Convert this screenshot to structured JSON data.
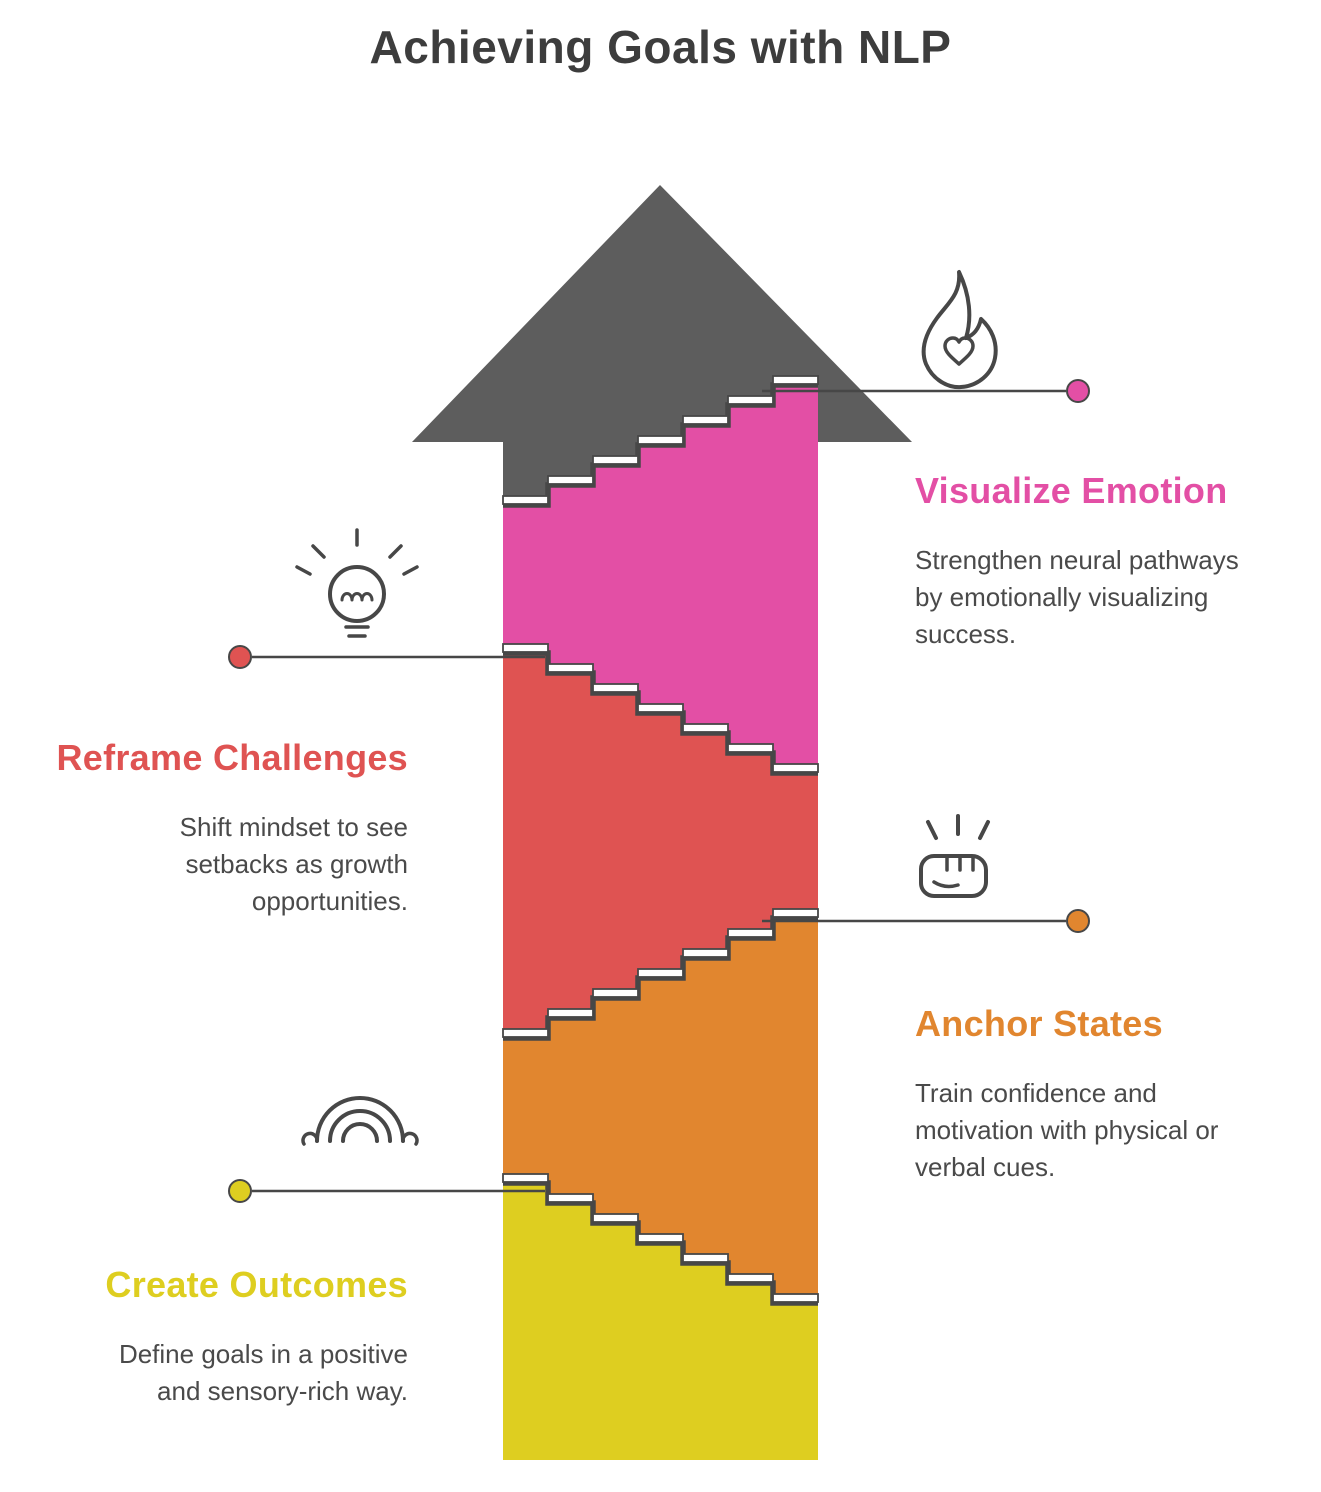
{
  "title": "Achieving Goals with NLP",
  "colors": {
    "title_text": "#3D3D3D",
    "body_text": "#4A4A4A",
    "arrow": "#5D5D5D",
    "stroke": "#474747",
    "step_highlight": "#FFFFFF",
    "background": "#FFFFFF"
  },
  "sections": [
    {
      "id": "visualize-emotion",
      "label": "Visualize Emotion",
      "description": "Strengthen neural pathways by emotionally visualizing success.",
      "color": "#E34FA5",
      "side": "right",
      "icon": "flame-heart-icon"
    },
    {
      "id": "reframe-challenges",
      "label": "Reframe Challenges",
      "description": "Shift mindset to see setbacks as growth opportunities.",
      "color": "#DF5352",
      "side": "left",
      "icon": "lightbulb-icon"
    },
    {
      "id": "anchor-states",
      "label": "Anchor States",
      "description": "Train confidence and motivation with physical or verbal cues.",
      "color": "#E1862F",
      "side": "right",
      "icon": "fist-icon"
    },
    {
      "id": "create-outcomes",
      "label": "Create Outcomes",
      "description": "Define goals in a positive and sensory-rich way.",
      "color": "#DECE20",
      "side": "left",
      "icon": "rainbow-icon"
    }
  ]
}
